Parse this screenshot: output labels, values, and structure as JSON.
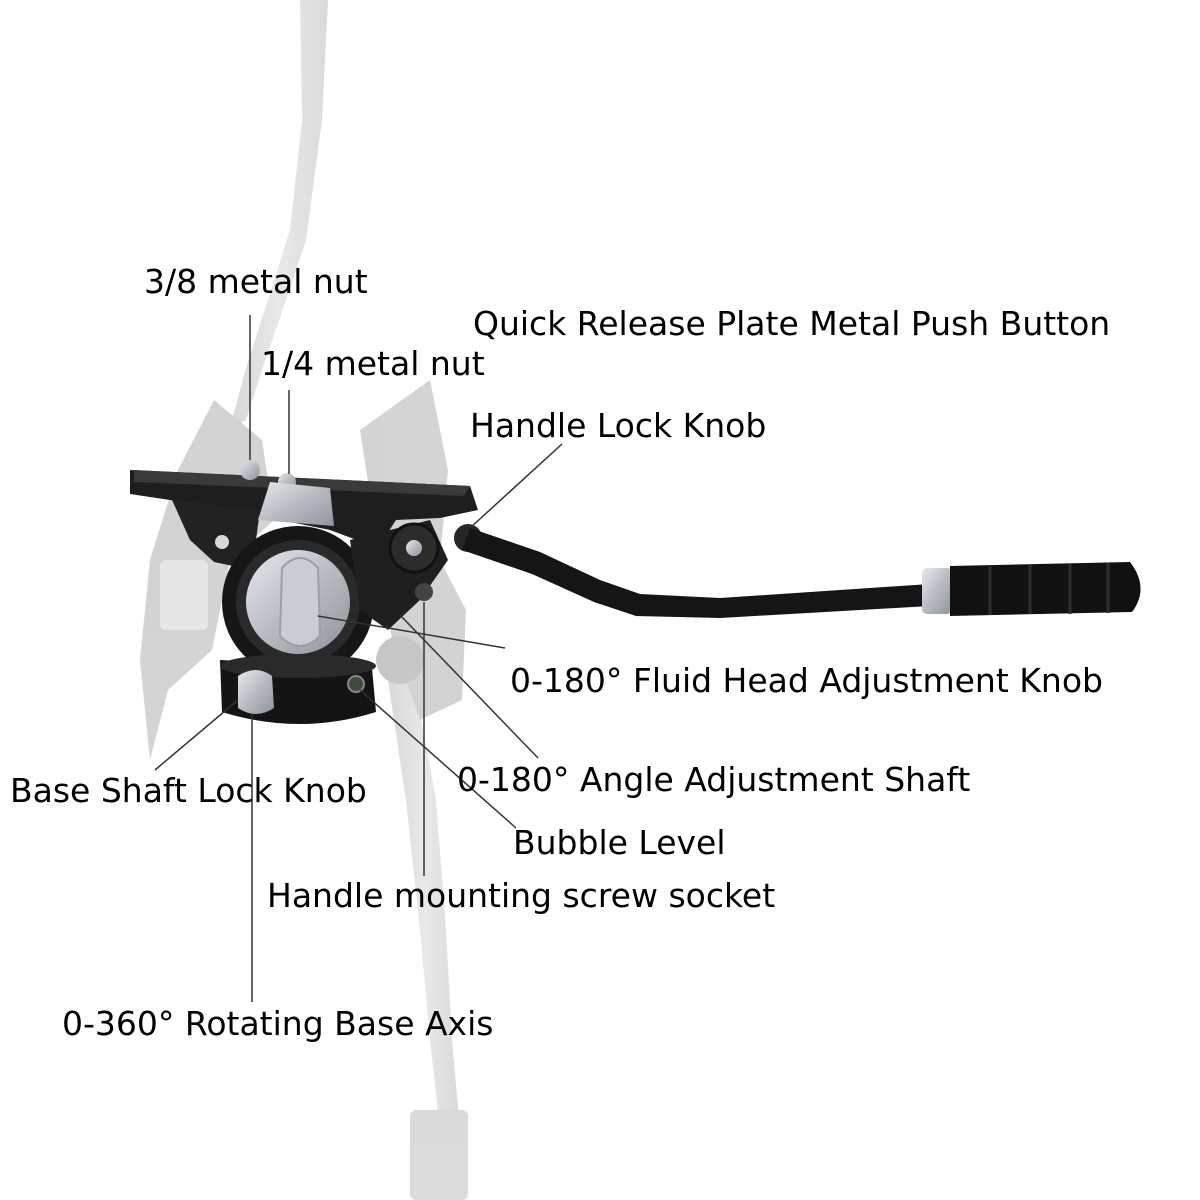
{
  "labels": {
    "metal_nut_3_8": "3/8 metal nut",
    "quick_release_push_button": "Quick Release Plate Metal Push Button",
    "metal_nut_1_4": "1/4 metal nut",
    "handle_lock_knob": "Handle Lock Knob",
    "fluid_head_adjustment_knob": "0-180° Fluid Head Adjustment Knob",
    "base_shaft_lock_knob": "Base Shaft Lock Knob",
    "angle_adjustment_shaft": "0-180° Angle Adjustment Shaft",
    "bubble_level": "Bubble Level",
    "handle_mounting_screw_socket": "Handle mounting screw socket",
    "rotating_base_axis": "0-360° Rotating Base Axis"
  },
  "colors": {
    "background": "#ffffff",
    "text": "#000000",
    "leader_line": "#333333",
    "head_body": "#1e1e1e",
    "metal_parts": "#b8bcc2",
    "ghost_tripod": "#c8c8c8"
  }
}
